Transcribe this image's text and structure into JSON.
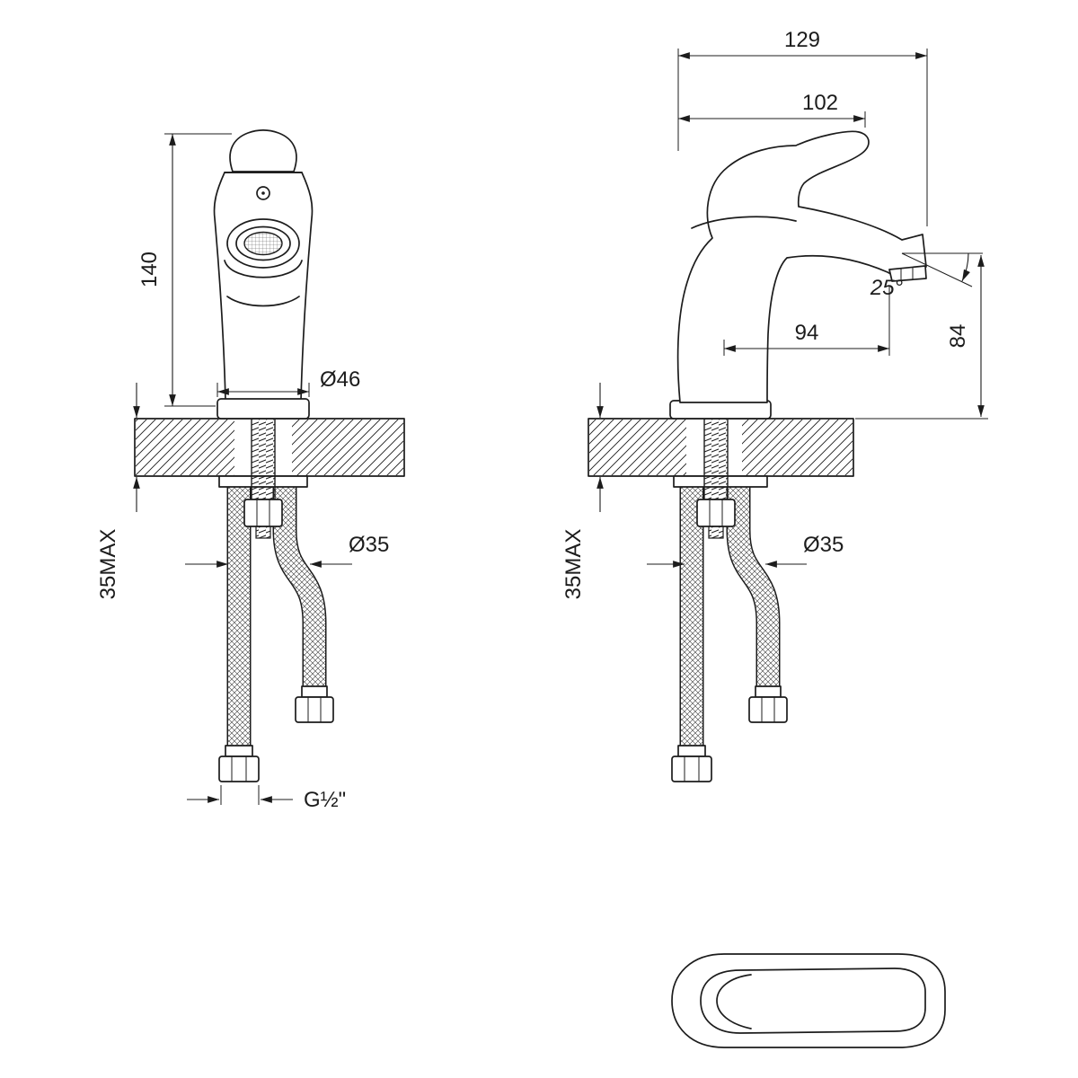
{
  "drawing": {
    "subject": "single-lever basin mixer faucet technical dimension drawing",
    "colors": {
      "line": "#1c1c1c",
      "background": "#ffffff"
    },
    "front_view": {
      "height": "140",
      "base_diameter": "Ø46",
      "deck_thickness_max": "35MAX",
      "hole_diameter": "Ø35",
      "hose_thread": "G½\""
    },
    "side_view": {
      "overall_depth": "129",
      "body_depth": "102",
      "spout_reach": "94",
      "spout_angle": "25°",
      "spout_outlet_height": "84",
      "deck_thickness_max": "35MAX",
      "hole_diameter": "Ø35"
    }
  }
}
